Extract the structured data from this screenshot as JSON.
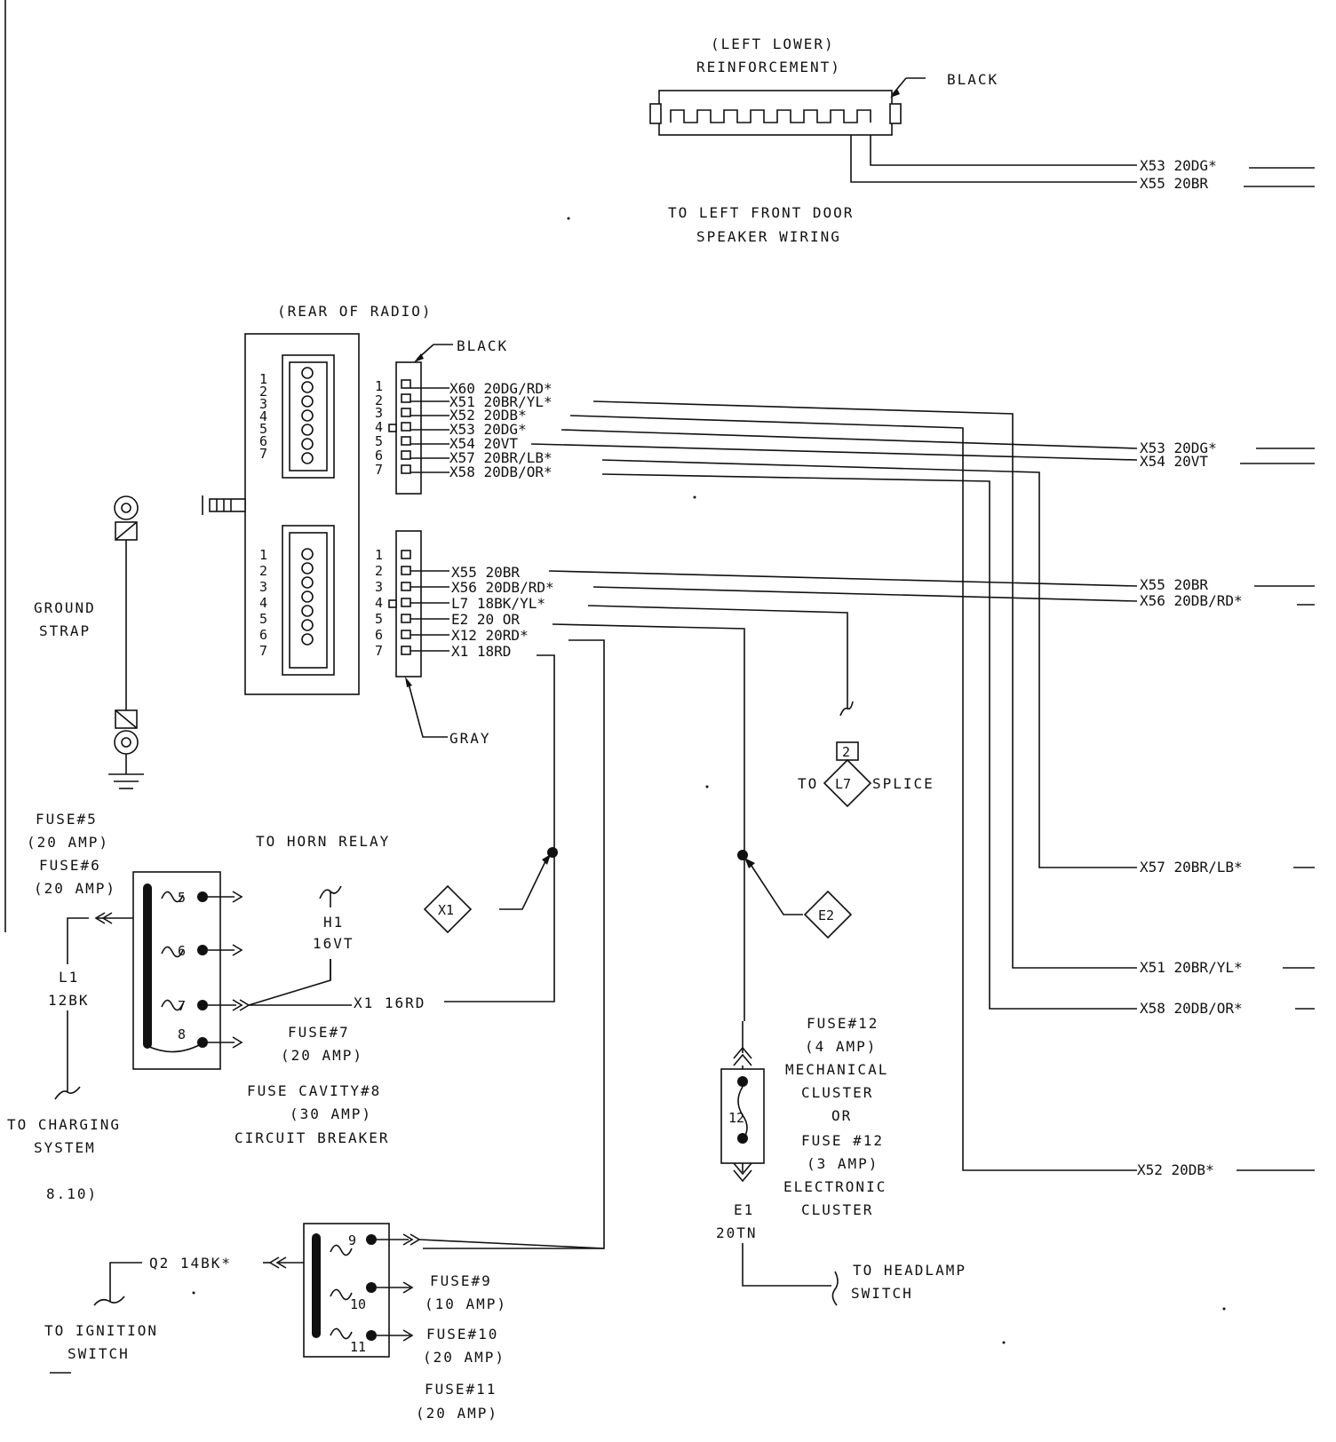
{
  "labels": {
    "left_lower": "(LEFT LOWER)",
    "reinforcement": "REINFORCEMENT)",
    "black_top": "BLACK",
    "to_lf_door": "TO LEFT FRONT DOOR",
    "speaker_wiring": "SPEAKER WIRING",
    "rear_of_radio": "(REAR OF RADIO)",
    "black_mid": "BLACK",
    "gray": "GRAY",
    "ground": "GROUND",
    "strap": "STRAP",
    "to": "TO",
    "splice": "SPLICE",
    "l7_tag": "L7",
    "l7_pin": "2",
    "to_horn_relay": "TO HORN RELAY",
    "h1": "H1",
    "h1_wire": "16VT",
    "x1_16rd": "X1  16RD",
    "fuse5": "FUSE#5",
    "fuse5_amp": "(20 AMP)",
    "fuse6": "FUSE#6",
    "fuse6_amp": "(20 AMP)",
    "fuse7": "FUSE#7",
    "fuse7_amp": "(20 AMP)",
    "fuse_cavity8": "FUSE CAVITY#8",
    "fuse_cavity8_amp": "(30 AMP)",
    "circuit_breaker": "CIRCUIT BREAKER",
    "l1": "L1",
    "l1_wire": "12BK",
    "to_charging": "TO CHARGING",
    "system": "SYSTEM",
    "ref_810": "8.10)",
    "q2": "Q2  14BK*",
    "to_ignition": "TO IGNITION",
    "switch": "SWITCH",
    "fuse9": "FUSE#9",
    "fuse9_amp": "(10 AMP)",
    "fuse10": "FUSE#10",
    "fuse10_amp": "(20 AMP)",
    "fuse11": "FUSE#11",
    "fuse11_amp": "(20 AMP)",
    "fuse12": "FUSE#12",
    "fuse12_amp": "(4 AMP)",
    "mechanical": "MECHANICAL",
    "cluster1": "CLUSTER",
    "or": "OR",
    "fuse12b": "FUSE #12",
    "fuse12b_amp": "(3 AMP)",
    "electronic": "ELECTRONIC",
    "cluster2": "CLUSTER",
    "e1": "E1",
    "e1_wire": "20TN",
    "to_headlamp": "TO HEADLAMP",
    "headlamp_switch": "SWITCH",
    "x1_tag": "X1",
    "e2_tag": "E2"
  },
  "fuse_numbers": {
    "f5": "5",
    "f6": "6",
    "f7": "7",
    "f8": "8",
    "f9": "9",
    "f10": "10",
    "f11": "11",
    "f12": "12"
  },
  "radio_pin_numbers": [
    "1",
    "2",
    "3",
    "4",
    "5",
    "6",
    "7"
  ],
  "black_connector_wires": [
    "X60  20DG/RD*",
    "X51  20BR/YL*",
    "X52  20DB*",
    "X53  20DG*",
    "X54  20VT",
    "X57  20BR/LB*",
    "X58  20DB/OR*"
  ],
  "gray_connector_wires": [
    "",
    "X55  20BR",
    "X56  20DB/RD*",
    "L7  18BK/YL*",
    "E2  20  OR",
    "X12  20RD*",
    "X1  18RD"
  ],
  "right_wires": {
    "x53_top": "X53  20DG*",
    "x55_top": "X55  20BR",
    "x53_mid": "X53  20DG*",
    "x54_mid": "X54  20VT",
    "x55_mid": "X55  20BR",
    "x56_mid": "X56  20DB/RD*",
    "x57": "X57  20BR/LB*",
    "x51": "X51  20BR/YL*",
    "x58": "X58  20DB/OR*",
    "x52": "X52  20DB*"
  }
}
